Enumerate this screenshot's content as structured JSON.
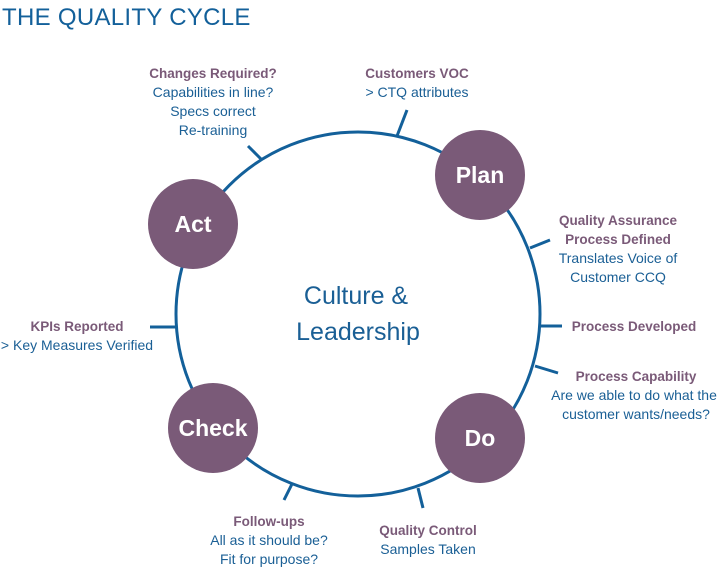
{
  "title": "THE QUALITY CYCLE",
  "center": {
    "line1": "Culture &",
    "line2": "Leadership"
  },
  "nodes": {
    "plan": "Plan",
    "do": "Do",
    "check": "Check",
    "act": "Act"
  },
  "annotations": {
    "customers_voc": {
      "head": "Customers VOC",
      "lines": [
        "> CTQ attributes"
      ]
    },
    "changes_required": {
      "head": "Changes Required?",
      "lines": [
        "Capabilities in line?",
        "Specs correct",
        "Re-training"
      ]
    },
    "quality_assurance": {
      "head": [
        "Quality Assurance",
        "Process Defined"
      ],
      "lines": [
        "Translates Voice of",
        "Customer CCQ"
      ]
    },
    "process_developed": {
      "head": "Process Developed",
      "lines": []
    },
    "process_capability": {
      "head": "Process Capability",
      "lines": [
        "Are we able to do what the",
        "customer wants/needs?"
      ]
    },
    "quality_control": {
      "head": "Quality Control",
      "lines": [
        "Samples Taken"
      ]
    },
    "follow_ups": {
      "head": "Follow-ups",
      "lines": [
        "All as it should be?",
        "Fit for purpose?"
      ]
    },
    "kpis_reported": {
      "head": "KPIs Reported",
      "lines": [
        "> Key Measures Verified"
      ]
    }
  },
  "colors": {
    "ring": "#13609a",
    "node_fill": "#7a5a78",
    "heading": "#7a5a78",
    "body_text": "#1a5f95",
    "title": "#13609a"
  }
}
